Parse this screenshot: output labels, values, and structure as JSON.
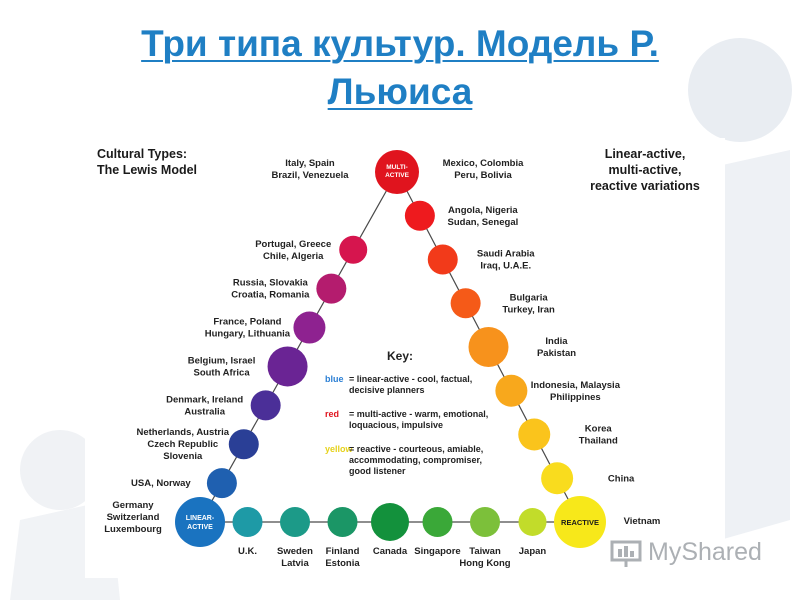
{
  "slide": {
    "title_line1": "Три типа культур. Модель  Р.",
    "title_line2": "Льюиса",
    "accent_color": "#1f7fc4"
  },
  "diagram": {
    "heading": [
      "Cultural Types:",
      "The Lewis Model"
    ],
    "subheading": [
      "Linear-active,",
      "multi-active,",
      "reactive variations"
    ],
    "corners": {
      "multi_active": {
        "label": [
          "MULTI-",
          "ACTIVE"
        ],
        "color": "#e0141e"
      },
      "linear_active": {
        "label": [
          "LINEAR-",
          "ACTIVE"
        ],
        "color": "#1a73c0"
      },
      "reactive": {
        "label": [
          "REACTIVE"
        ],
        "color": "#f7e81a"
      }
    },
    "left_side": [
      {
        "label": [
          "Italy, Spain",
          "Brazil, Venezuela"
        ],
        "color": "#e0141e"
      },
      {
        "label": [
          "Portugal, Greece",
          "Chile, Algeria"
        ],
        "color": "#d6154e"
      },
      {
        "label": [
          "Russia, Slovakia",
          "Croatia, Romania"
        ],
        "color": "#b41c6e"
      },
      {
        "label": [
          "France, Poland",
          "Hungary, Lithuania"
        ],
        "color": "#8e2290"
      },
      {
        "label": [
          "Belgium, Israel",
          "South Africa"
        ],
        "color": "#6a2494"
      },
      {
        "label": [
          "Denmark, Ireland",
          "Australia"
        ],
        "color": "#4b2f98"
      },
      {
        "label": [
          "Netherlands, Austria",
          "Czech Republic",
          "Slovenia"
        ],
        "color": "#2a3f96"
      },
      {
        "label": [
          "USA, Norway"
        ],
        "color": "#1f60b0"
      },
      {
        "label": [
          "Germany",
          "Switzerland",
          "Luxembourg"
        ],
        "color": "#1a73c0"
      }
    ],
    "right_side": [
      {
        "label": [
          "Mexico, Colombia",
          "Peru, Bolivia"
        ],
        "color": "#e0141e"
      },
      {
        "label": [
          "Angola, Nigeria",
          "Sudan, Senegal"
        ],
        "color": "#ee1a1e"
      },
      {
        "label": [
          "Saudi Arabia",
          "Iraq, U.A.E."
        ],
        "color": "#f23a1a"
      },
      {
        "label": [
          "Bulgaria",
          "Turkey, Iran"
        ],
        "color": "#f55a18"
      },
      {
        "label": [
          "India",
          "Pakistan"
        ],
        "color": "#f7921c"
      },
      {
        "label": [
          "Indonesia, Malaysia",
          "Philippines"
        ],
        "color": "#f8a81c"
      },
      {
        "label": [
          "Korea",
          "Thailand"
        ],
        "color": "#fac41c"
      },
      {
        "label": [
          "China"
        ],
        "color": "#f9dc1e"
      },
      {
        "label": [
          "Vietnam"
        ],
        "color": "#f7e81a"
      }
    ],
    "bottom_side": [
      {
        "label": [
          "U.K."
        ],
        "color": "#1e9aa6"
      },
      {
        "label": [
          "Sweden",
          "Latvia"
        ],
        "color": "#1c9a88"
      },
      {
        "label": [
          "Finland",
          "Estonia"
        ],
        "color": "#1b9666"
      },
      {
        "label": [
          "Canada"
        ],
        "color": "#13913c"
      },
      {
        "label": [
          "Singapore"
        ],
        "color": "#3aa838"
      },
      {
        "label": [
          "Taiwan",
          "Hong Kong"
        ],
        "color": "#7cc03a"
      },
      {
        "label": [
          "Japan"
        ],
        "color": "#c2dc2a"
      }
    ],
    "key": {
      "title": "Key:",
      "entries": [
        {
          "word": "blue",
          "color": "#2b7fd4",
          "lines": [
            "= linear-active - cool, factual,",
            "decisive planners"
          ]
        },
        {
          "word": "red",
          "color": "#e0141e",
          "lines": [
            "= multi-active - warm, emotional,",
            "loquacious, impulsive"
          ]
        },
        {
          "word": "yellow",
          "color": "#e6d21a",
          "lines": [
            "= reactive - courteous, amiable,",
            "accommodating, compromiser,",
            "good listener"
          ]
        }
      ]
    }
  },
  "watermark": {
    "text": "MyShared"
  }
}
